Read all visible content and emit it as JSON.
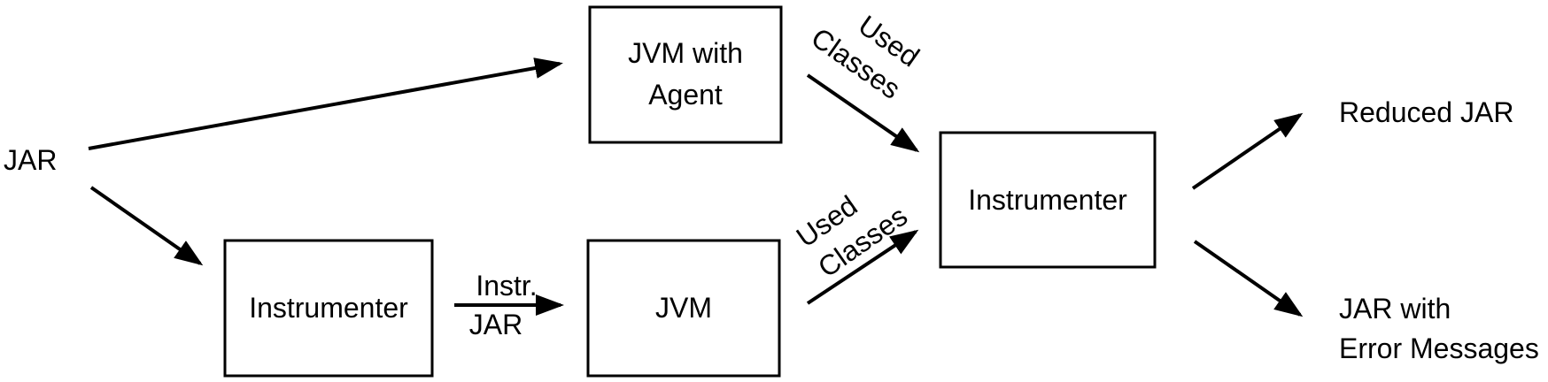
{
  "nodes": {
    "input_jar": "JAR",
    "jvm_agent_line1": "JVM with",
    "jvm_agent_line2": "Agent",
    "instrumenter_first": "Instrumenter",
    "jvm": "JVM",
    "instrumenter_second": "Instrumenter",
    "reduced_jar": "Reduced JAR",
    "jar_errors_line1": "JAR with",
    "jar_errors_line2": "Error Messages"
  },
  "edge_labels": {
    "top_used_line1": "Used",
    "top_used_line2": "Classes",
    "bottom_used_line1": "Used",
    "bottom_used_line2": "Classes",
    "instr_line1": "Instr.",
    "instr_line2": "JAR"
  }
}
